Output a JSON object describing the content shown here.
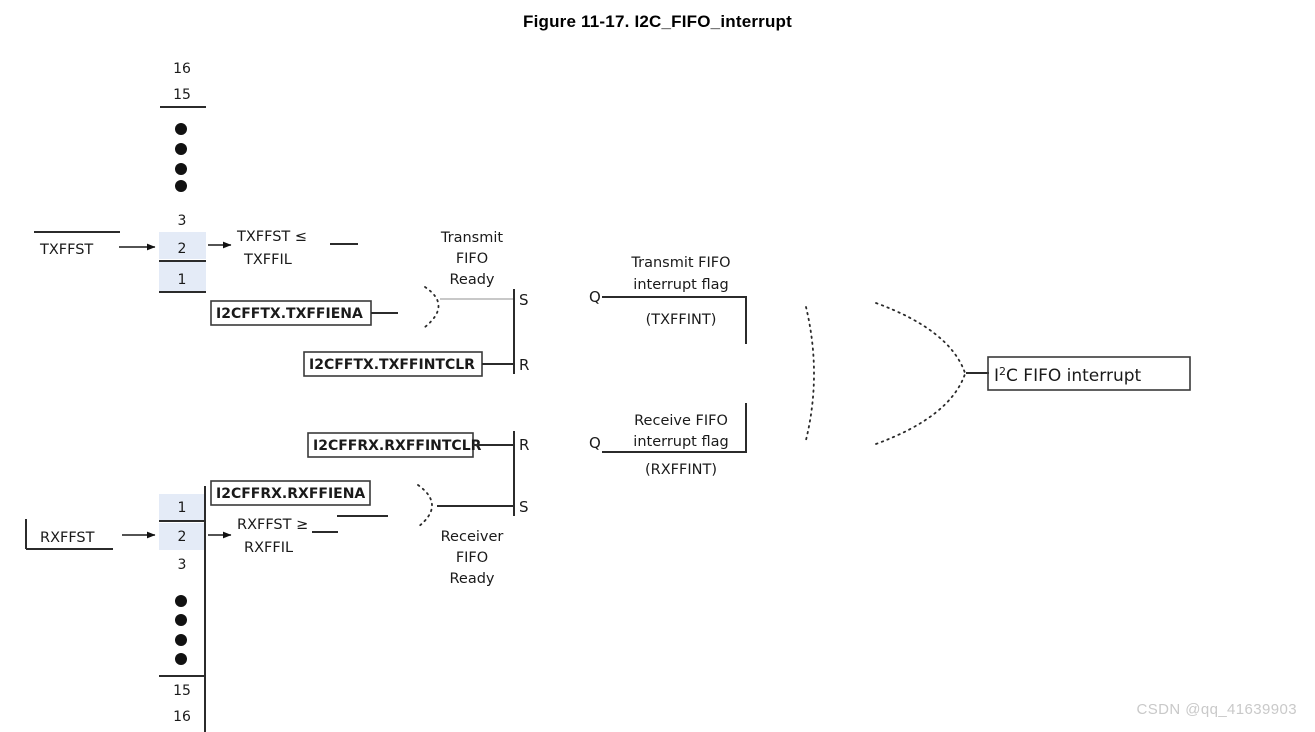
{
  "figure": {
    "title": "Figure 11-17. I2C_FIFO_interrupt",
    "watermark": "CSDN @qq_41639903"
  },
  "tx_fifo": {
    "input_label": "TXFFST",
    "levels": [
      "16",
      "15",
      "3",
      "2",
      "1"
    ],
    "highlighted_levels": [
      "2",
      "1"
    ],
    "compare_line1": "TXFFST ≤",
    "compare_line2": "TXFFIL",
    "enable_box": "I2CFFTX.TXFFIENA",
    "clear_box": "I2CFFTX.TXFFINTCLR",
    "gate_label_1": "Transmit",
    "gate_label_2": "FIFO",
    "gate_label_3": "Ready",
    "latch_set": "S",
    "latch_reset": "R",
    "q_label": "Q",
    "flag_line1": "Transmit FIFO",
    "flag_line2": "interrupt flag",
    "flag_line3": "(TXFFINT)"
  },
  "rx_fifo": {
    "input_label": "RXFFST",
    "levels": [
      "1",
      "2",
      "3",
      "15",
      "16"
    ],
    "highlighted_levels": [
      "1",
      "2"
    ],
    "compare_line1": "RXFFST ≥",
    "compare_line2": "RXFFIL",
    "enable_box": "I2CFFRX.RXFFIENA",
    "clear_box": "I2CFFRX.RXFFINTCLR",
    "gate_label_1": "Receiver",
    "gate_label_2": "FIFO",
    "gate_label_3": "Ready",
    "latch_set": "S",
    "latch_reset": "R",
    "q_label": "Q",
    "flag_line1": "Receive FIFO",
    "flag_line2": "interrupt flag",
    "flag_line3": "(RXFFINT)"
  },
  "output": {
    "label_main": "C FIFO interrupt",
    "label_prefix": "I",
    "label_superscript": "2"
  },
  "colors": {
    "highlight": "#e4ebf7",
    "line": "#1a1a1a",
    "gate": "#2b2b2b",
    "watermark": "#c9c9c9"
  }
}
